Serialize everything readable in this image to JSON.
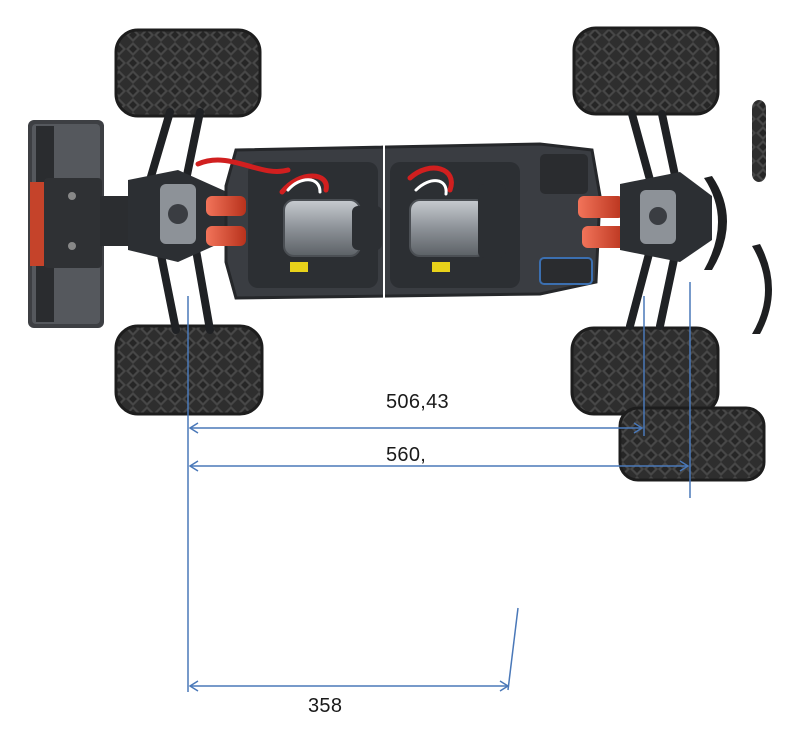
{
  "dimensions": {
    "wheelbase_inner": "506,43",
    "wheelbase_outer": "560,",
    "short_span": "358"
  },
  "colors": {
    "dimension_line": "#4a78b8",
    "tire": "#2b2b2b",
    "tire_tread": "#4a4a4a",
    "chassis": "#3a3d42",
    "shock_spring": "#d9452b",
    "wire_red": "#d11f1f",
    "motor": "#9aa0a6"
  },
  "icons": [
    "tire-icon",
    "wing-icon",
    "motor-icon",
    "shock-absorber-icon"
  ]
}
